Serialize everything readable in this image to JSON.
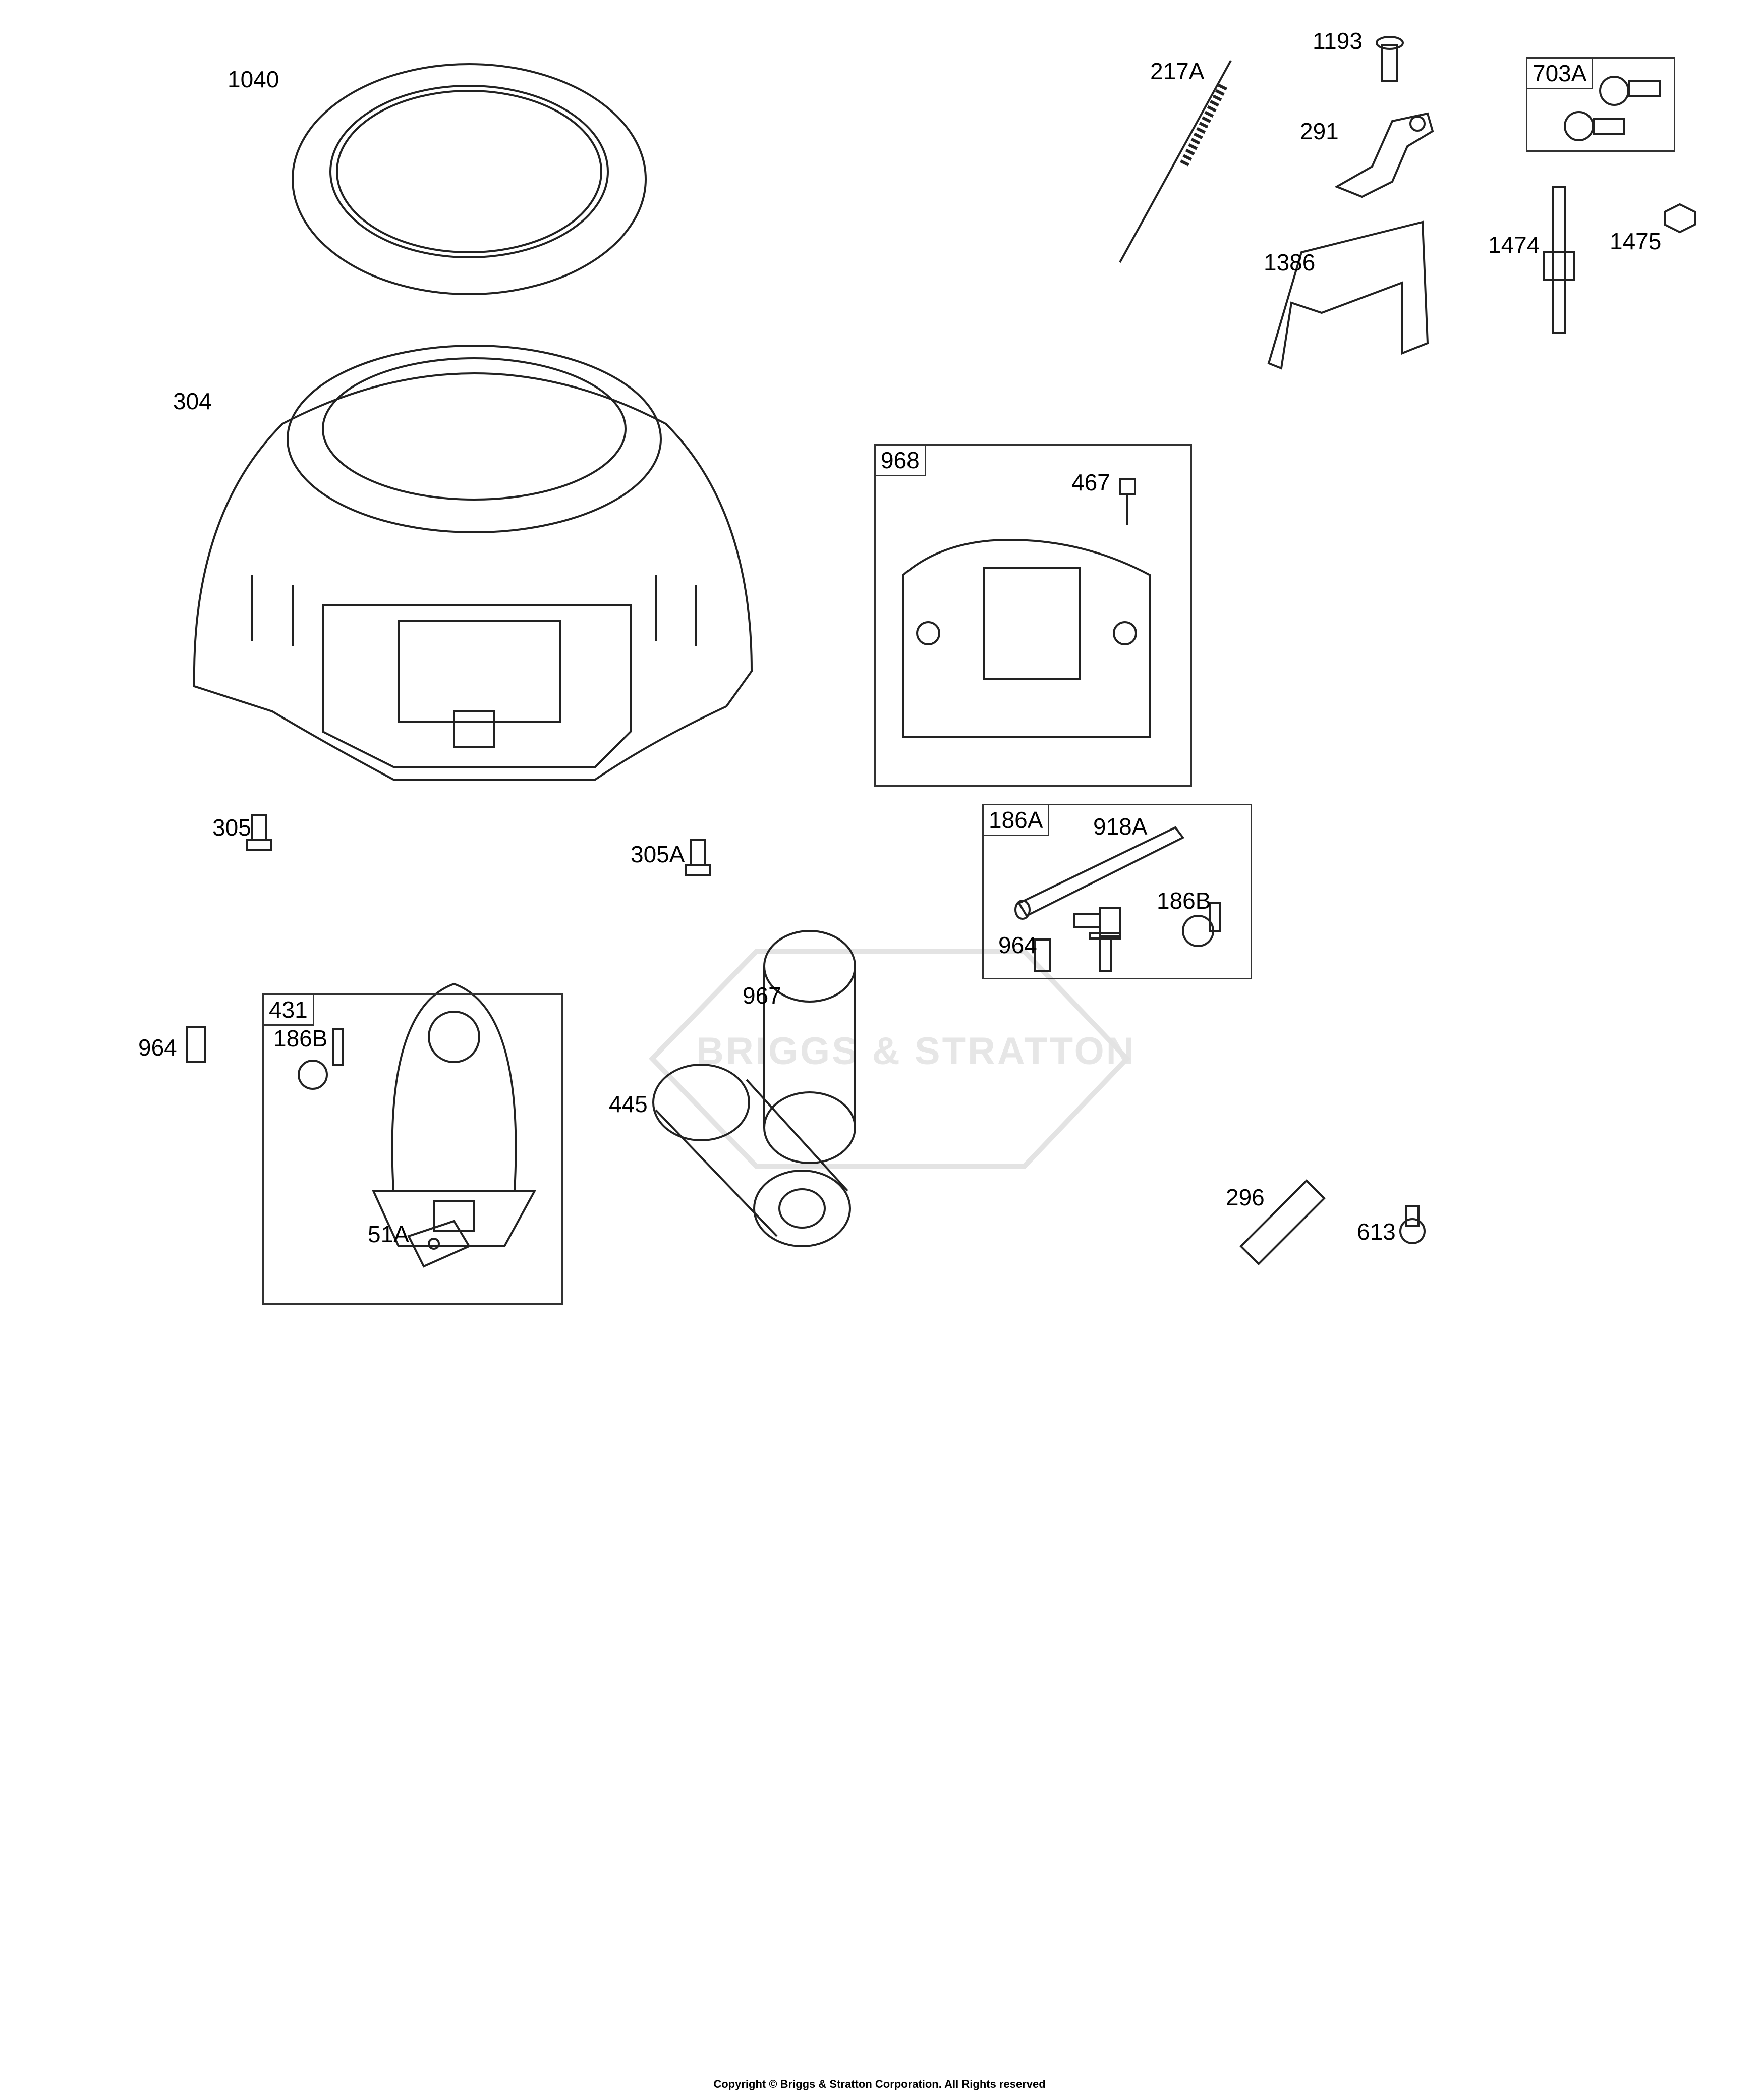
{
  "callouts": {
    "c1040": "1040",
    "c304": "304",
    "c305": "305",
    "c305A": "305A",
    "c217A": "217A",
    "c1193": "1193",
    "c291": "291",
    "c1386": "1386",
    "c1474": "1474",
    "c1475": "1475",
    "c467": "467",
    "c918A": "918A",
    "c964_kit": "964",
    "c186B_kit": "186B",
    "c964": "964",
    "c186B": "186B",
    "c51A": "51A",
    "c967": "967",
    "c445": "445",
    "c296": "296",
    "c613": "613"
  },
  "kits": {
    "k703A": "703A",
    "k968": "968",
    "k186A": "186A",
    "k431": "431"
  },
  "watermark": "BRIGGS & STRATTON",
  "copyright": "Copyright © Briggs & Stratton Corporation. All Rights reserved"
}
